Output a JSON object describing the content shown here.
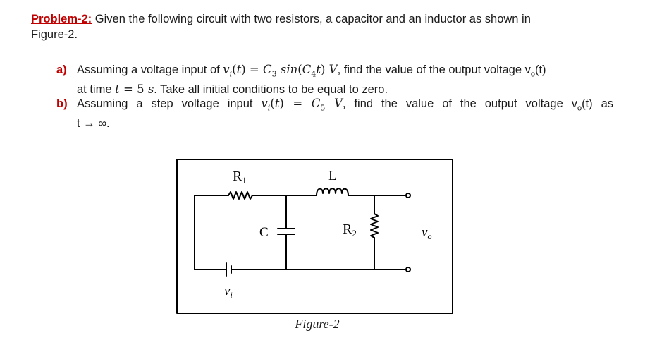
{
  "problem": {
    "label": "Problem-2:",
    "intro_line1": " Given the following circuit with two resistors, a capacitor and an inductor as shown in",
    "intro_line2": "Figure-2."
  },
  "part_a": {
    "letter": "a)",
    "t1": "Assuming a voltage input of ",
    "t2": ", find the value of the output voltage ",
    "t3": "at time ",
    "t4": ". Take all initial conditions to be equal to zero."
  },
  "part_b": {
    "letter": "b)",
    "t1": "Assuming a step voltage input ",
    "t2": ", find the value of the output voltage ",
    "t3": " as",
    "t4": "t → ∞."
  },
  "figure": {
    "r1": "R",
    "r1_sub": "1",
    "l": "L",
    "c": "C",
    "r2": "R",
    "r2_sub": "2",
    "vo": "v",
    "vo_sub": "o",
    "vi": "v",
    "vi_sub": "i",
    "caption": "Figure-2"
  }
}
